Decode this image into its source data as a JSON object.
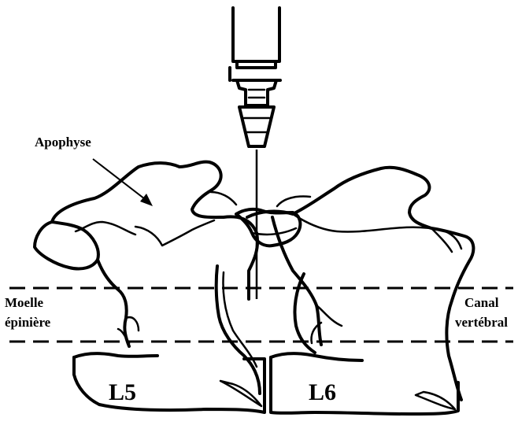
{
  "labels": {
    "apophyse": "Apophyse",
    "moelle_line1": "Moelle",
    "moelle_line2": "épinière",
    "canal_line1": "Canal",
    "canal_line2": "vertébral",
    "vertebra_left": "L5",
    "vertebra_right": "L6"
  },
  "colors": {
    "ink": "#000000",
    "background": "#ffffff"
  },
  "icons": {
    "syringe": "syringe-icon",
    "arrow": "arrow-icon"
  }
}
